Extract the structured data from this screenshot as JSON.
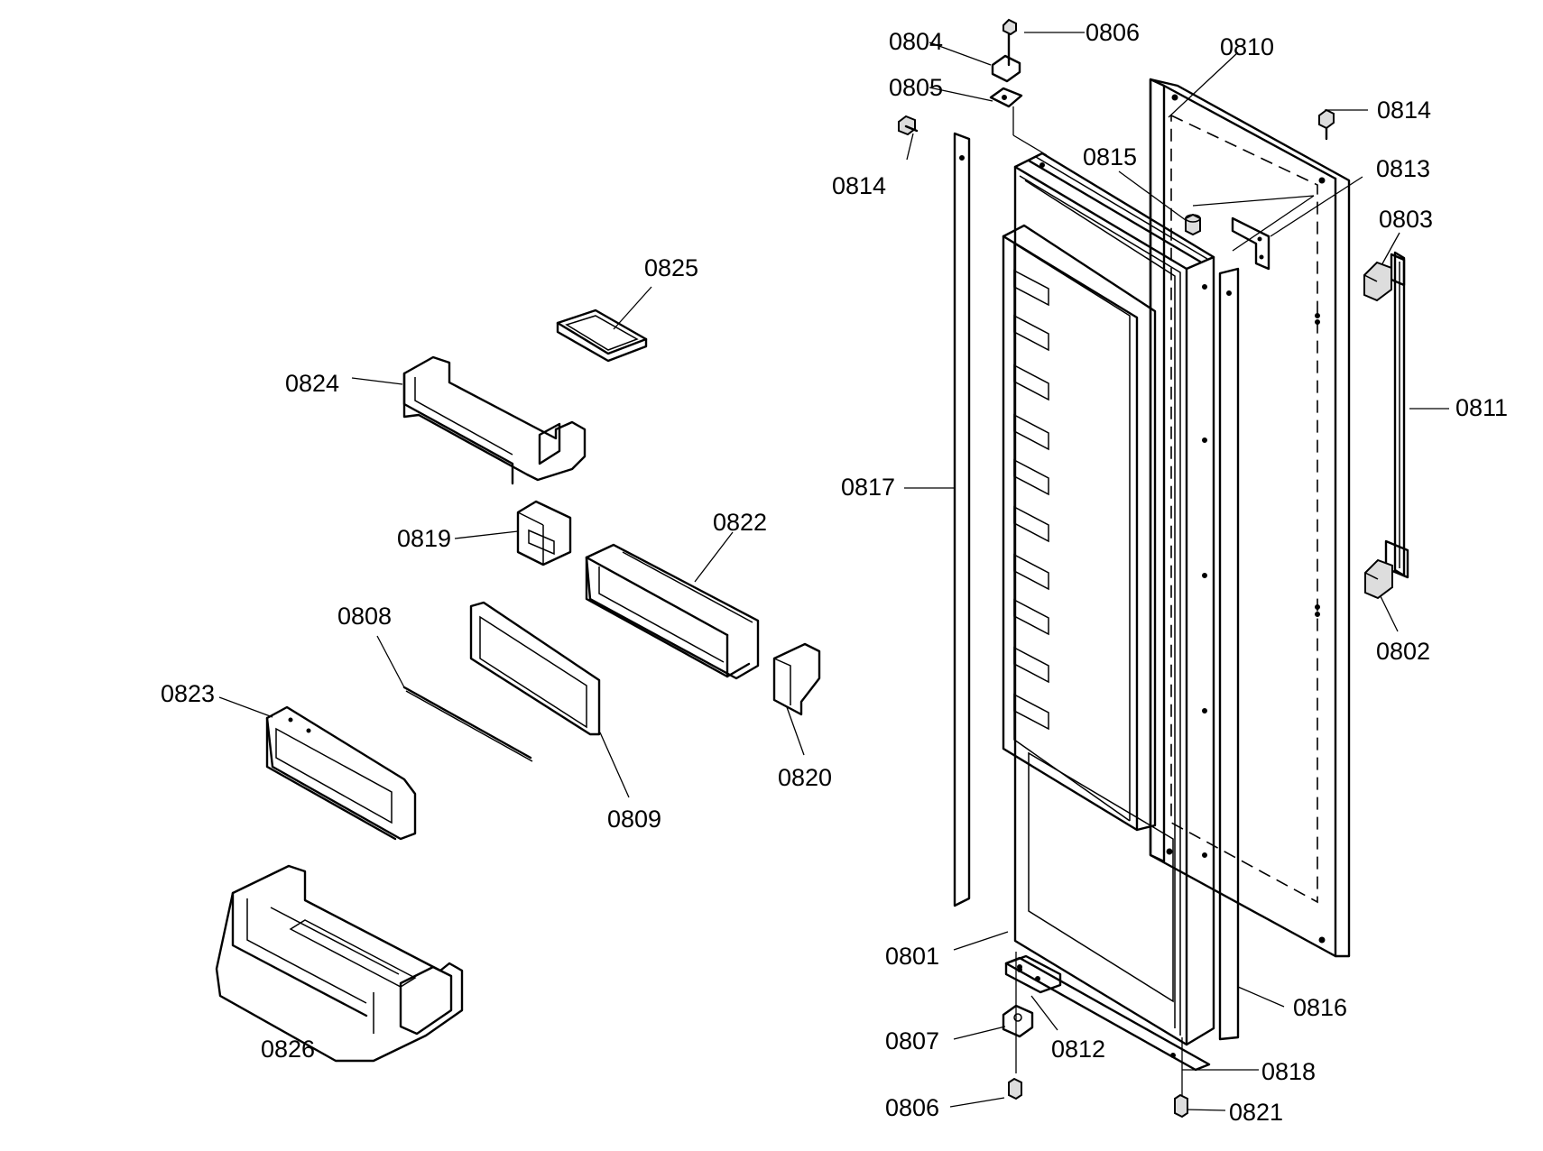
{
  "diagram": {
    "callouts": [
      {
        "id": "c0804",
        "text": "0804"
      },
      {
        "id": "c0806a",
        "text": "0806"
      },
      {
        "id": "c0810",
        "text": "0810"
      },
      {
        "id": "c0805",
        "text": "0805"
      },
      {
        "id": "c0814a",
        "text": "0814"
      },
      {
        "id": "c0815",
        "text": "0815"
      },
      {
        "id": "c0813",
        "text": "0813"
      },
      {
        "id": "c0814b",
        "text": "0814"
      },
      {
        "id": "c0803",
        "text": "0803"
      },
      {
        "id": "c0825",
        "text": "0825"
      },
      {
        "id": "c0824",
        "text": "0824"
      },
      {
        "id": "c0811",
        "text": "0811"
      },
      {
        "id": "c0817",
        "text": "0817"
      },
      {
        "id": "c0822",
        "text": "0822"
      },
      {
        "id": "c0819",
        "text": "0819"
      },
      {
        "id": "c0808",
        "text": "0808"
      },
      {
        "id": "c0802",
        "text": "0802"
      },
      {
        "id": "c0823",
        "text": "0823"
      },
      {
        "id": "c0820",
        "text": "0820"
      },
      {
        "id": "c0809",
        "text": "0809"
      },
      {
        "id": "c0801",
        "text": "0801"
      },
      {
        "id": "c0816",
        "text": "0816"
      },
      {
        "id": "c0807",
        "text": "0807"
      },
      {
        "id": "c0812",
        "text": "0812"
      },
      {
        "id": "c0826",
        "text": "0826"
      },
      {
        "id": "c0818",
        "text": "0818"
      },
      {
        "id": "c0806b",
        "text": "0806"
      },
      {
        "id": "c0821",
        "text": "0821"
      }
    ]
  }
}
